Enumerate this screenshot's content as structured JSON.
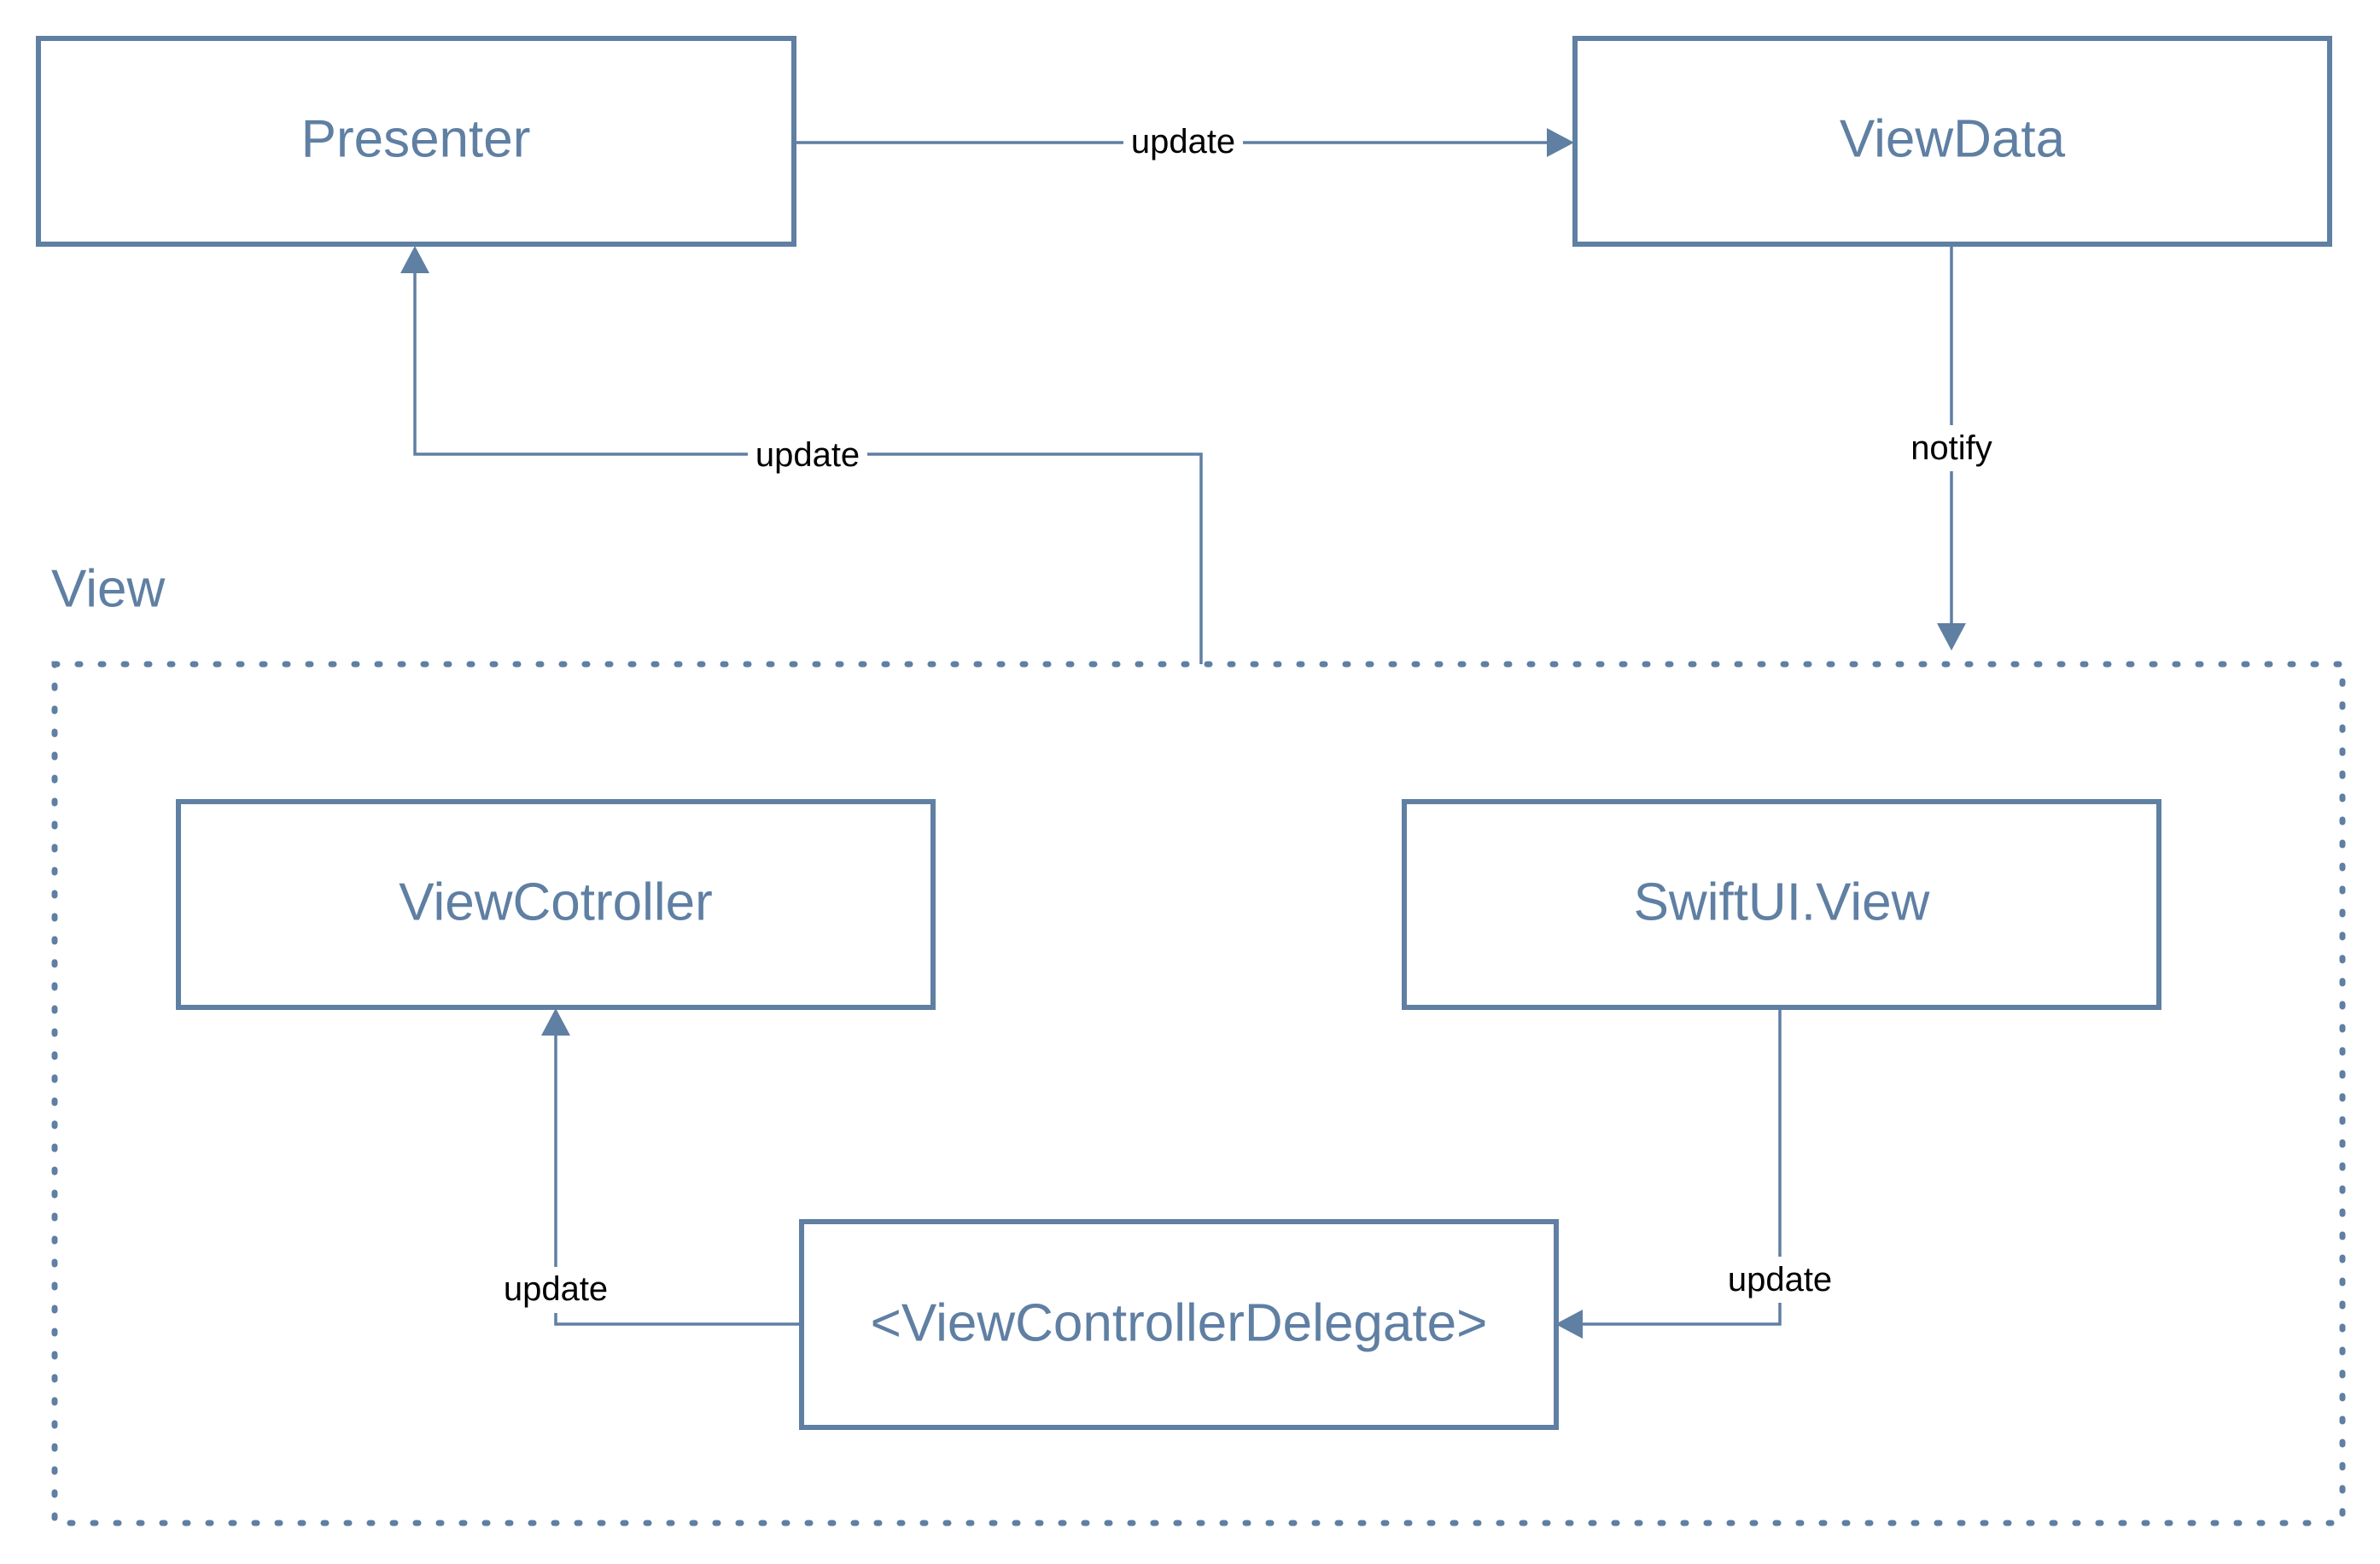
{
  "colors": {
    "node_stroke": "#5f7fa3",
    "node_text": "#5f7fa3",
    "edge": "#5f7fa3",
    "edge_label_text": "#000000",
    "background": "#ffffff"
  },
  "group": {
    "label": "View",
    "border_style": "dotted"
  },
  "nodes": {
    "presenter": "Presenter",
    "view_data": "ViewData",
    "view_controller": "ViewCotroller",
    "swiftui_view": "SwiftUI.View",
    "delegate": "<ViewControllerDelegate>"
  },
  "edges": {
    "presenter_to_viewdata": "update",
    "viewdata_to_view": "notify",
    "view_to_presenter": "update",
    "delegate_to_viewcontroller": "update",
    "swiftui_to_delegate": "update"
  }
}
